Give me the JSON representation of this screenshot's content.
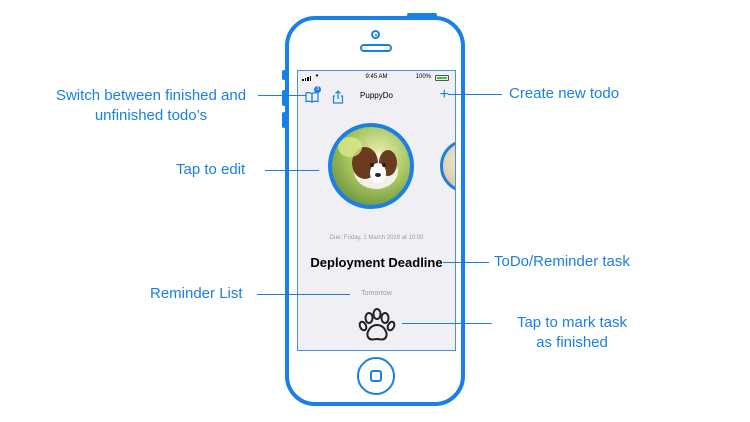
{
  "annotations": {
    "switch_todos_line1": "Switch between finished and",
    "switch_todos_line2": "unfinished todo’s",
    "tap_to_edit": "Tap to edit",
    "reminder_list": "Reminder List",
    "create_new_todo": "Create new todo",
    "todo_reminder_task": "ToDo/Reminder task",
    "tap_to_mark_line1": "Tap to mark task",
    "tap_to_mark_line2": "as finished"
  },
  "status_bar": {
    "time": "9:45 AM",
    "battery": "100%"
  },
  "nav": {
    "title": "PuppyDo",
    "badge": "3",
    "add": "+"
  },
  "task": {
    "due": "Due: Friday, 1 March 2019 at 10:00",
    "title": "Deployment Deadline",
    "list": "Tomorrow"
  },
  "icons": {
    "book": "book-icon",
    "share": "share-icon",
    "add": "plus-icon",
    "paw": "paw-icon",
    "photo": "puppy-photo"
  },
  "colors": {
    "accent": "#1a7fe6",
    "screen_bg": "#efeff4",
    "muted_text": "#9a9aa2"
  }
}
